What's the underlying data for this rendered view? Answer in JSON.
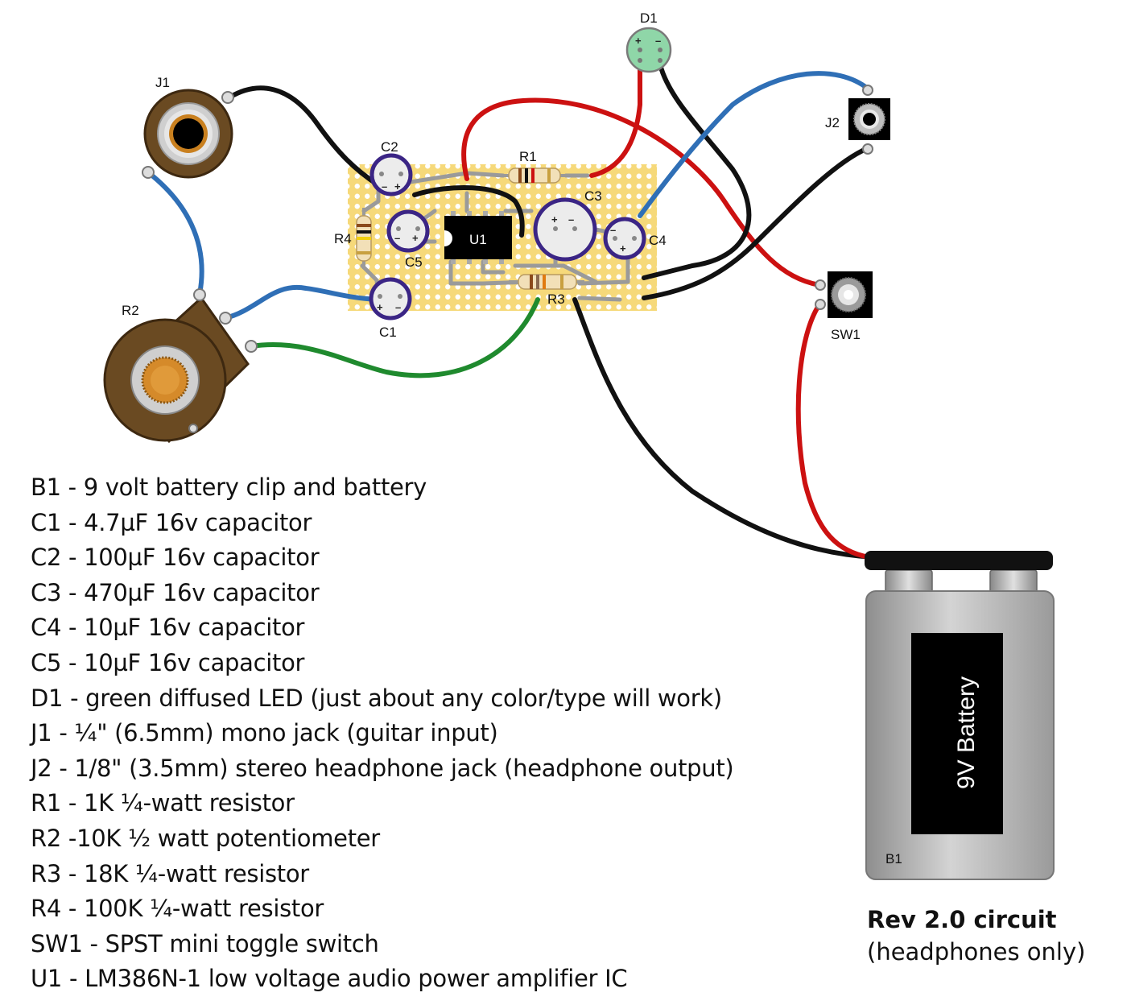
{
  "colors": {
    "board": "#f6d97a",
    "wire_black": "#111111",
    "wire_red": "#cc1111",
    "wire_blue": "#2f6fb6",
    "wire_green": "#1f8a2e",
    "capacitor_ring": "#3b2585",
    "led_green": "#8fd6a8",
    "pot_brown": "#6a4a22",
    "knob_orange": "#d58a2a",
    "battery_gray": "#b5b5b5"
  },
  "labels": {
    "d1": "D1",
    "j1": "J1",
    "j2": "J2",
    "c1": "C1",
    "c2": "C2",
    "c3": "C3",
    "c4": "C4",
    "c5": "C5",
    "r1": "R1",
    "r2": "R2",
    "r3": "R3",
    "r4": "R4",
    "u1": "U1",
    "sw1": "SW1",
    "b1": "B1",
    "battery_text": "9V Battery"
  },
  "parts_list": [
    "B1 - 9 volt battery clip and battery",
    "C1 - 4.7µF 16v capacitor",
    "C2 - 100µF 16v capacitor",
    "C3 - 470µF 16v capacitor",
    "C4 - 10µF 16v capacitor",
    "C5 - 10µF 16v capacitor",
    "D1 - green diffused LED (just about any color/type will work)",
    "J1 - ¼\" (6.5mm) mono jack (guitar input)",
    "J2 - 1/8\" (3.5mm) stereo headphone jack (headphone output)",
    "R1 - 1K ¼-watt resistor",
    "R2 -10K ½ watt potentiometer",
    "R3 - 18K ¼-watt resistor",
    "R4 - 100K ¼-watt resistor",
    "SW1 - SPST mini toggle switch",
    "U1 - LM386N-1 low voltage audio power amplifier IC"
  ],
  "revision": {
    "title": "Rev 2.0 circuit",
    "subtitle": "(headphones only)"
  }
}
